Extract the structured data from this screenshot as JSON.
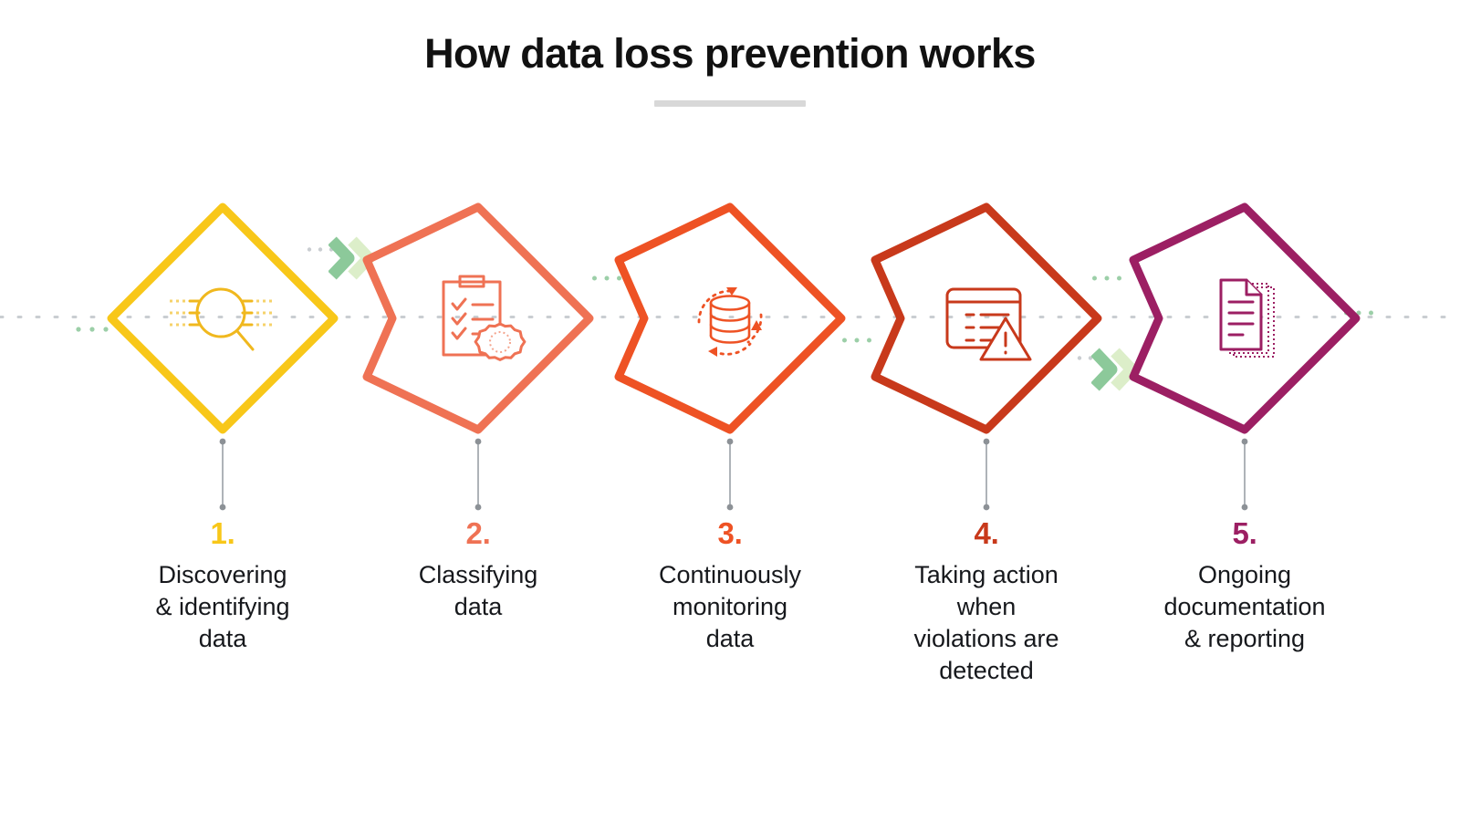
{
  "header": {
    "title": "How data loss prevention works",
    "rule_color": "#d8d8d8"
  },
  "theme": {
    "background": "#ffffff",
    "text": "#16181c",
    "baseline_dash_color": "#c9cdd1",
    "connector_color": "#8c9196",
    "chevron_dark_green": "#8cc99a",
    "chevron_light_green": "#dceec9",
    "dot_green": "#9ccfa8"
  },
  "flow": {
    "steps": [
      {
        "number": "1.",
        "label": "Discovering\n& identifying\ndata",
        "color": "#f8c719",
        "icon": "magnifier-data-icon",
        "notched_left": false
      },
      {
        "number": "2.",
        "label": "Classifying\ndata",
        "color": "#ef7254",
        "icon": "clipboard-checklist-badge-icon",
        "notched_left": true
      },
      {
        "number": "3.",
        "label": "Continuously\nmonitoring\ndata",
        "color": "#ee5224",
        "icon": "database-refresh-icon",
        "notched_left": true
      },
      {
        "number": "4.",
        "label": "Taking action\nwhen\nviolations are\ndetected",
        "color": "#c8391b",
        "icon": "window-alert-icon",
        "notched_left": true
      },
      {
        "number": "5.",
        "label": "Ongoing\ndocumentation\n& reporting",
        "color": "#9c1f63",
        "icon": "document-stack-icon",
        "notched_left": true
      }
    ]
  }
}
